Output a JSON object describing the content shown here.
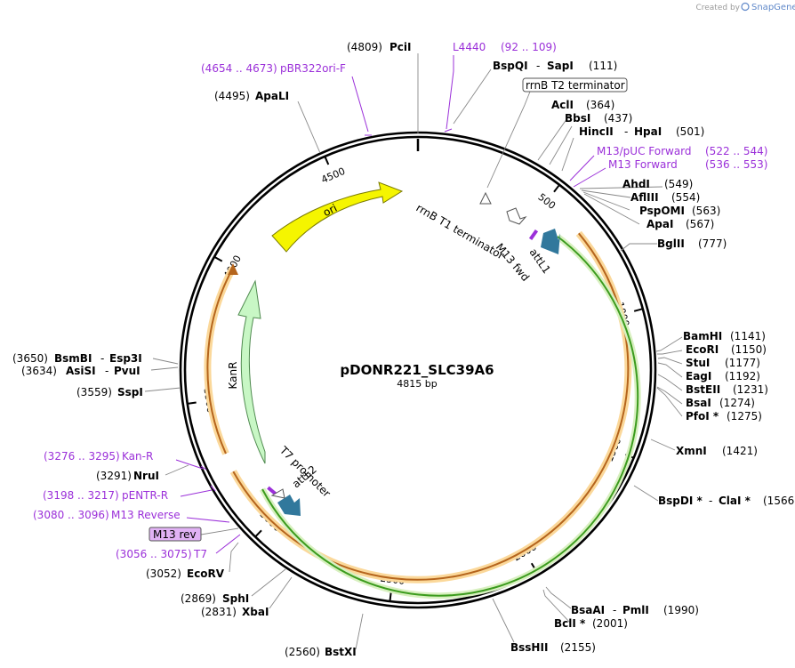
{
  "brand": {
    "created_by": "Created by",
    "name": "SnapGene"
  },
  "title": "pDONR221_SLC39A6",
  "size_label": "4815 bp",
  "total_bp": 4815,
  "ticks": [
    "500",
    "1000",
    "1500",
    "2000",
    "2500",
    "3000",
    "3500",
    "4000",
    "4500"
  ],
  "sites": {
    "pcii": {
      "pos": "(4809)",
      "name": "PciI"
    },
    "bspqi": {
      "name": "BspQI",
      "sep": "-",
      "name2": "SapI",
      "pos": "(111)"
    },
    "acli": {
      "name": "AclI",
      "pos": "(364)"
    },
    "bbsi": {
      "name": "BbsI",
      "pos": "(437)"
    },
    "hincii": {
      "name": "HincII",
      "sep": "-",
      "name2": "HpaI",
      "pos": "(501)"
    },
    "ahdi": {
      "name": "AhdI",
      "pos": "(549)"
    },
    "afliii": {
      "name": "AflIII",
      "pos": "(554)"
    },
    "pspomi": {
      "name": "PspOMI",
      "pos": "(563)"
    },
    "apai": {
      "name": "ApaI",
      "pos": "(567)"
    },
    "bglii": {
      "name": "BglII",
      "pos": "(777)"
    },
    "bamhi": {
      "name": "BamHI",
      "pos": "(1141)"
    },
    "ecori": {
      "name": "EcoRI",
      "pos": "(1150)"
    },
    "stui": {
      "name": "StuI",
      "pos": "(1177)"
    },
    "eagi": {
      "name": "EagI",
      "pos": "(1192)"
    },
    "bsteii": {
      "name": "BstEII",
      "pos": "(1231)"
    },
    "bsai": {
      "name": "BsaI",
      "pos": "(1274)"
    },
    "pfoi": {
      "name": "PfoI *",
      "pos": "(1275)"
    },
    "xmni": {
      "name": "XmnI",
      "pos": "(1421)"
    },
    "bspdi": {
      "name": "BspDI *",
      "sep": "-",
      "name2": "ClaI *",
      "pos": "(1566)"
    },
    "bsaai": {
      "name": "BsaAI",
      "sep": "-",
      "name2": "PmlI",
      "pos": "(1990)"
    },
    "bcli": {
      "name": "BclI *",
      "pos": "(2001)"
    },
    "bsshii": {
      "name": "BssHII",
      "pos": "(2155)"
    },
    "bstxi": {
      "pos": "(2560)",
      "name": "BstXI"
    },
    "xbai": {
      "pos": "(2831)",
      "name": "XbaI"
    },
    "sphi": {
      "pos": "(2869)",
      "name": "SphI"
    },
    "ecorv": {
      "pos": "(3052)",
      "name": "EcoRV"
    },
    "nrui": {
      "pos": "(3291)",
      "name": "NruI"
    },
    "sspi": {
      "pos": "(3559)",
      "name": "SspI"
    },
    "asisi": {
      "pos": "(3634)",
      "name": "AsiSI",
      "sep": "-",
      "name2": "PvuI"
    },
    "bsmbi": {
      "pos": "(3650)",
      "name": "BsmBI",
      "sep": "-",
      "name2": "Esp3I"
    },
    "apali": {
      "pos": "(4495)",
      "name": "ApaLI"
    }
  },
  "primers": {
    "l4440": {
      "name": "L4440",
      "range": "(92 .. 109)"
    },
    "m13puc": {
      "name": "M13/pUC Forward",
      "range": "(522 .. 544)"
    },
    "m13fwd": {
      "name": "M13 Forward",
      "range": "(536 .. 553)"
    },
    "pbr322": {
      "range": "(4654 .. 4673)",
      "name": "pBR322ori-F"
    },
    "kanr": {
      "range": "(3276 .. 3295)",
      "name": "Kan-R"
    },
    "pentr": {
      "range": "(3198 .. 3217)",
      "name": "pENTR-R"
    },
    "m13rev": {
      "range": "(3080 .. 3096)",
      "name": "M13 Reverse"
    },
    "t7": {
      "range": "(3056 .. 3075)",
      "name": "T7"
    }
  },
  "boxed": {
    "rrnb_t2": "rrnB T2 terminator",
    "m13rev": "M13 rev"
  },
  "features": {
    "ori": "ori",
    "kanr": "KanR",
    "rrnb_t1": "rrnB T1 terminator",
    "attl1": "attL1",
    "m13fwd": "M13 fwd",
    "t7promoter": "T7 promoter",
    "attl2": "attL2"
  },
  "colors": {
    "ori": "#f5f500",
    "kanr": "#c8f7c5",
    "attl": "#31789c",
    "insert_outer": "#b5651d",
    "insert_inner": "#3c9c1e",
    "glow": "#fbd89a",
    "primer": "#9b30d9",
    "m13rev_box": "#e1b2f5"
  }
}
